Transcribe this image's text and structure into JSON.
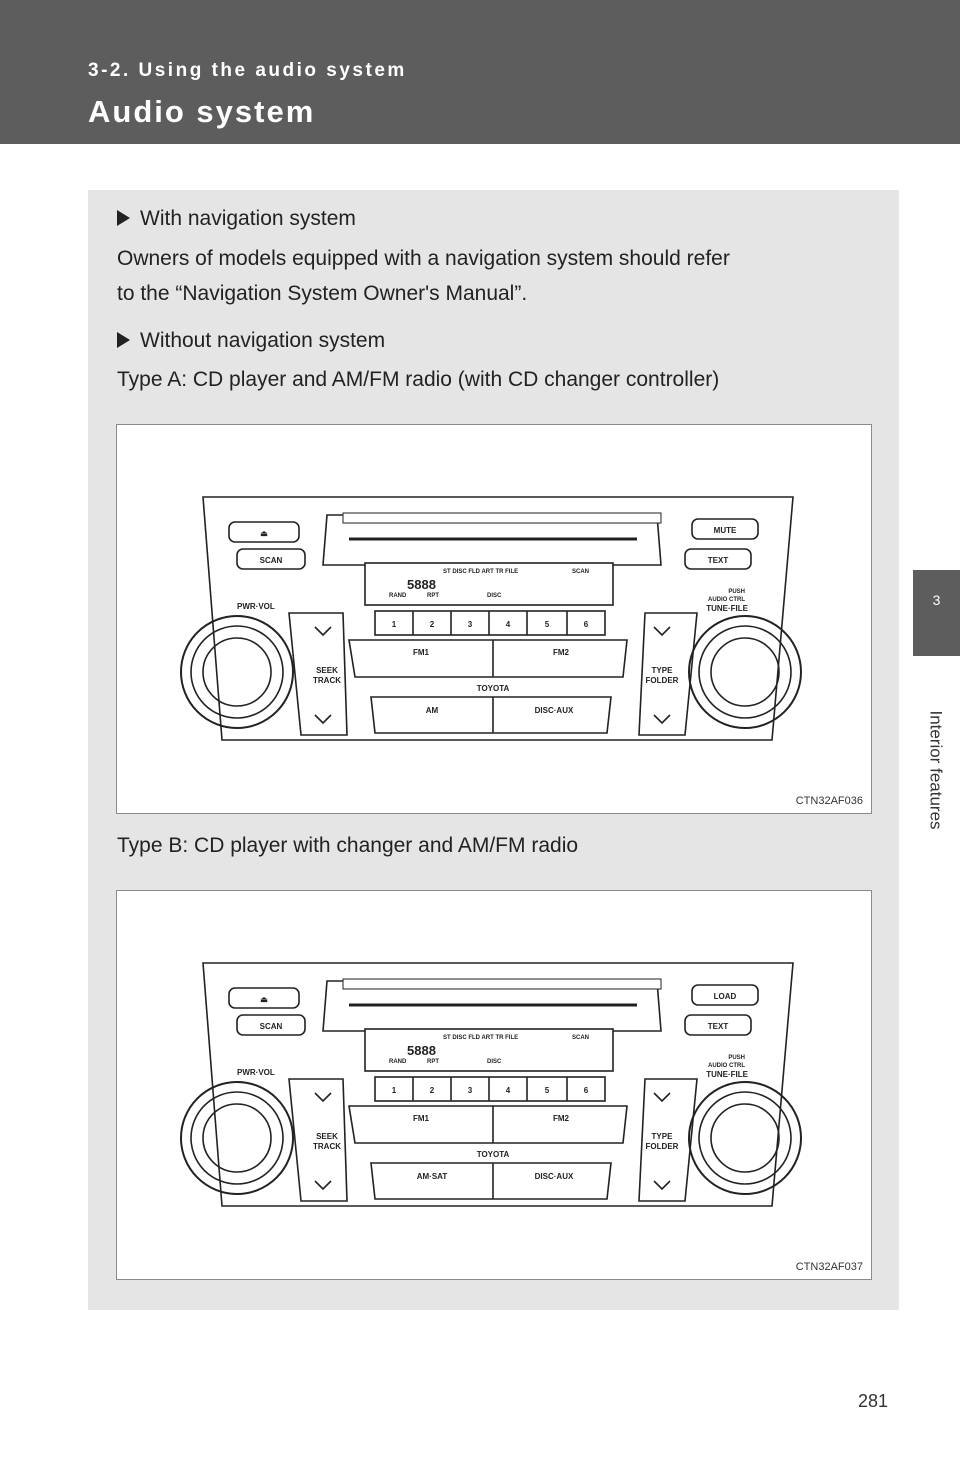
{
  "header": {
    "section": "3-2. Using the audio system",
    "title": "Audio system"
  },
  "side_tab": {
    "number": "3",
    "caption": "Interior features"
  },
  "content": {
    "nav_heading": "With navigation system",
    "nav_line1": "Owners of models equipped with a navigation system should refer",
    "nav_line2": "to the “Navigation System Owner's Manual”.",
    "no_nav_heading": "Without navigation system",
    "type_a_caption": "Type A: CD player and AM/FM radio (with CD changer controller)",
    "type_b_caption": "Type B: CD player with changer and AM/FM radio"
  },
  "figures": [
    {
      "code": "CTN32AF036",
      "brand": "TOYOTA",
      "top_right_button": "MUTE",
      "text_button": "TEXT",
      "scan_button": "SCAN",
      "eject_symbol": "⏏",
      "presets": [
        "1",
        "2",
        "3",
        "4",
        "5",
        "6"
      ],
      "fm1": "FM1",
      "fm2": "FM2",
      "bottom_left": "AM",
      "bottom_right": "DISC·AUX",
      "pwr_vol": "PWR·VOL",
      "seek_1": "SEEK",
      "seek_2": "TRACK",
      "type_1": "TYPE",
      "type_2": "FOLDER",
      "push_1": "PUSH",
      "push_2": "AUDIO CTRL",
      "push_3": "TUNE·FILE",
      "display_top": "ST  DISC    FLD  ART  TR  FILE",
      "display_scan": "SCAN",
      "display_rand": "RAND",
      "display_rpt": "RPT",
      "display_disc": "DISC",
      "display_digits": "5888"
    },
    {
      "code": "CTN32AF037",
      "brand": "TOYOTA",
      "top_right_button": "LOAD",
      "text_button": "TEXT",
      "scan_button": "SCAN",
      "eject_symbol": "⏏",
      "presets": [
        "1",
        "2",
        "3",
        "4",
        "5",
        "6"
      ],
      "fm1": "FM1",
      "fm2": "FM2",
      "bottom_left": "AM·SAT",
      "bottom_right": "DISC·AUX",
      "pwr_vol": "PWR·VOL",
      "seek_1": "SEEK",
      "seek_2": "TRACK",
      "type_1": "TYPE",
      "type_2": "FOLDER",
      "push_1": "PUSH",
      "push_2": "AUDIO CTRL",
      "push_3": "TUNE·FILE",
      "display_top": "ST  DISC    FLD  ART  TR  FILE",
      "display_scan": "SCAN",
      "display_rand": "RAND",
      "display_rpt": "RPT",
      "display_disc": "DISC",
      "display_digits": "5888"
    }
  ],
  "page_number": "281"
}
